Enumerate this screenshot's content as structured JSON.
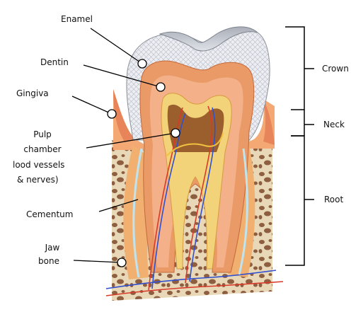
{
  "labels": {
    "enamel": "Enamel",
    "dentin": "Dentin",
    "gingiva": "Gingiva",
    "pulp_1": "Pulp",
    "pulp_2": "chamber",
    "pulp_3": "lood vessels",
    "pulp_4": "& nerves)",
    "cementum": "Cementum",
    "jaw_1": "Jaw",
    "jaw_2": "bone",
    "crown": "Crown",
    "neck": "Neck",
    "root": "Root"
  },
  "colors": {
    "enamel": "#e6e8ee",
    "enamel_top": "#b9bdc6",
    "dentin": "#e8a070",
    "pulp": "#f0d070",
    "gingiva": "#f2a06a",
    "bone": "#e8d8b8",
    "bone_spots": "#9a6a4a",
    "artery": "#d83a2a",
    "vein": "#3050d0",
    "cementum": "#bfe4f0",
    "bracket": "#000000"
  }
}
